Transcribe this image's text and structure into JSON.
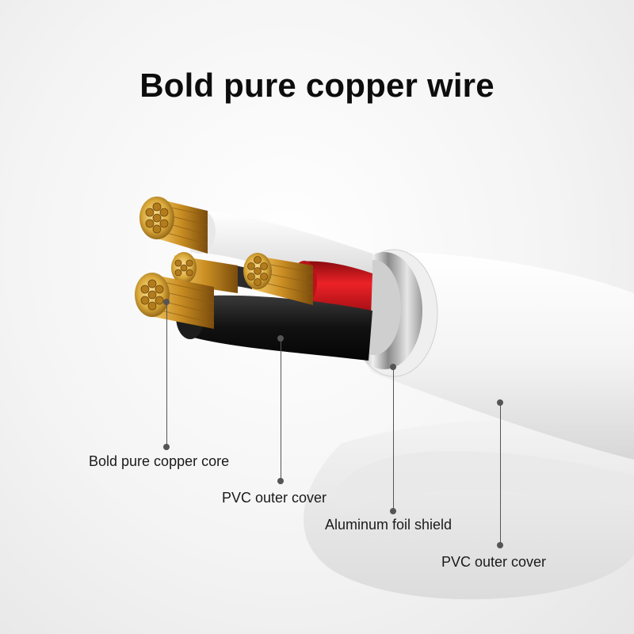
{
  "title": "Bold pure copper wire",
  "callouts": {
    "copper_core": "Bold pure copper core",
    "inner_pvc": "PVC outer cover",
    "foil_shield": "Aluminum foil shield",
    "outer_pvc": "PVC outer cover"
  },
  "colors": {
    "copper": "#d9a93a",
    "red_insulation": "#d8141a",
    "black_insulation": "#151515",
    "foil": "#b8b8b8",
    "jacket": "#f2f2f2"
  }
}
